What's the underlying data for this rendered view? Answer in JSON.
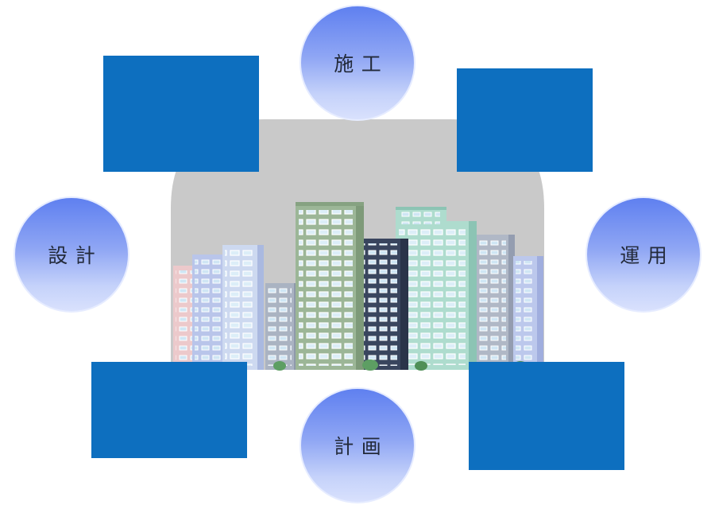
{
  "diagram": {
    "center_illustration": "city-skyline",
    "nodes": {
      "top": {
        "label": "施工"
      },
      "left": {
        "label": "設計"
      },
      "right": {
        "label": "運用"
      },
      "bottom": {
        "label": "計画"
      }
    },
    "colors": {
      "accent_blue": "#0d6fbf",
      "circle_gradient_top": "#5f80f0",
      "circle_gradient_bottom": "#d9e1fd",
      "circle_text": "#232a3a",
      "blob_gray": "#c9c9c9"
    }
  }
}
